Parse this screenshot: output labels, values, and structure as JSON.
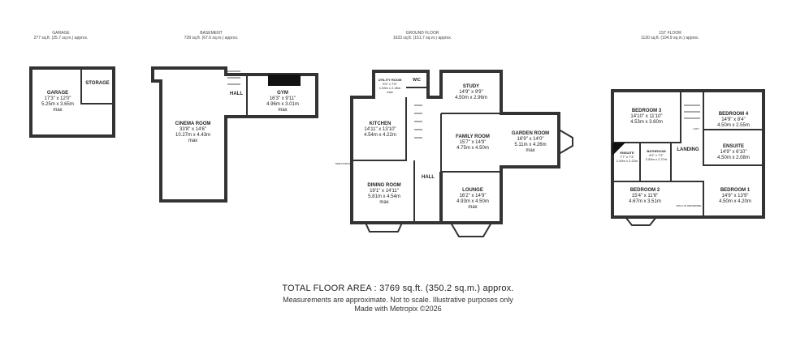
{
  "floors": [
    {
      "name": "GARAGE",
      "area": "277 sq.ft. (25.7 sq.m.) approx."
    },
    {
      "name": "BASEMENT",
      "area": "728 sq.ft. (67.6 sq.m.) approx."
    },
    {
      "name": "GROUND FLOOR",
      "area": "1633 sq.ft. (151.7 sq.m.) approx."
    },
    {
      "name": "1ST FLOOR",
      "area": "1130 sq.ft. (104.9 sq.m.) approx."
    }
  ],
  "rooms": {
    "garage": {
      "name": "GARAGE",
      "imp": "17'3\" x 12'0\"",
      "met": "5.25m x 3.65m",
      "max": "max"
    },
    "storage": {
      "name": "STORAGE"
    },
    "cinema": {
      "name": "CINEMA ROOM",
      "imp": "33'8\" x 14'6\"",
      "met": "10.27m x 4.43m",
      "max": "max"
    },
    "hall_b": {
      "name": "HALL"
    },
    "gym": {
      "name": "GYM",
      "imp": "16'3\" x 9'11\"",
      "met": "4.96m x 3.01m",
      "max": "max"
    },
    "utility": {
      "name": "UTILITY ROOM",
      "imp": "5'0\" x 7'5\"",
      "met": "1.53m x 2.26m",
      "max": "max"
    },
    "wc": {
      "name": "W/C"
    },
    "study": {
      "name": "STUDY",
      "imp": "14'9\" x 9'9\"",
      "met": "4.50m x 2.96m"
    },
    "kitchen": {
      "name": "KITCHEN",
      "imp": "14'11\" x 13'10\"",
      "met": "4.54m x 4.22m"
    },
    "family": {
      "name": "FAMILY ROOM",
      "imp": "15'7\" x 14'9\"",
      "met": "4.75m x 4.50m"
    },
    "garden": {
      "name": "GARDEN ROOM",
      "imp": "16'9\" x 14'0\"",
      "met": "5.11m x 4.26m",
      "max": "max"
    },
    "dining": {
      "name": "DINING ROOM",
      "imp": "19'1\" x 14'11\"",
      "met": "5.81m x 4.54m",
      "max": "max"
    },
    "hall_g": {
      "name": "HALL"
    },
    "lounge": {
      "name": "LOUNGE",
      "imp": "16'2\" x 14'9\"",
      "met": "4.93m x 4.50m",
      "max": "max"
    },
    "bed3": {
      "name": "BEDROOM 3",
      "imp": "14'10\" x 11'10\"",
      "met": "4.53m x 3.60m"
    },
    "bed4": {
      "name": "BEDROOM 4",
      "imp": "14'9\" x 8'4\"",
      "met": "4.50m x 2.55m"
    },
    "ensuite_l": {
      "name": "ENSUITE",
      "imp": "7'7\" x 7'3\"",
      "met": "2.30m x 2.22m"
    },
    "bathroom": {
      "name": "BATHROOM",
      "imp": "8'2\" x 7'3\"",
      "met": "2.50m x 2.27m"
    },
    "landing": {
      "name": "LANDING"
    },
    "ensuite_r": {
      "name": "ENSUITE",
      "imp": "14'9\" x 6'10\"",
      "met": "4.50m x 2.08m"
    },
    "bed2": {
      "name": "BEDROOM 2",
      "imp": "15'4\" x 11'6\"",
      "met": "4.67m x 3.51m"
    },
    "bed1": {
      "name": "BEDROOM 1",
      "imp": "14'9\" x 13'9\"",
      "met": "4.50m x 4.20m"
    },
    "walkin": {
      "name": "WALK-IN WARDROBE"
    },
    "porch": {
      "name": "SIDE PORCH"
    },
    "loft": {
      "name": "LOFT"
    }
  },
  "footer": {
    "total": "TOTAL FLOOR AREA : 3769 sq.ft. (350.2 sq.m.) approx.",
    "disclaimer": "Measurements are approximate.  Not to scale.  Illustrative purposes only",
    "made_with": "Made with Metropix ©2026"
  }
}
